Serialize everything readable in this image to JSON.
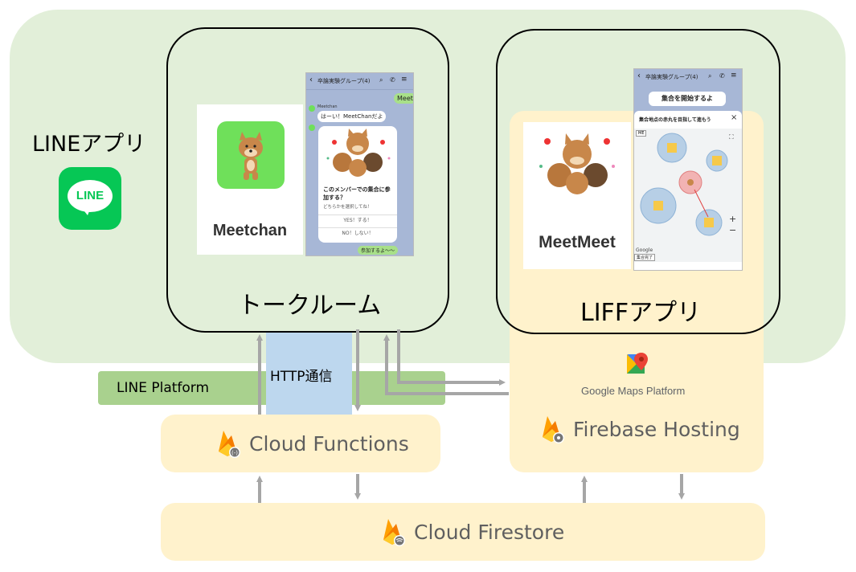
{
  "line_app": {
    "label": "LINEアプリ",
    "logo_text": "LINE"
  },
  "talk_room": {
    "label": "トークルーム",
    "meetchan_name": "Meetchan",
    "chat": {
      "header": "卒論実験グループ(4)",
      "sent_msg": "Meet",
      "bot_name": "Meetchan",
      "bot_greeting": "はーい！MeetChanだよ",
      "card_title": "このメンバーでの集合に参加する？",
      "card_sub": "どちらかを選択してね！",
      "yes_button": "YES！する！",
      "no_button": "NO！しない！",
      "reply": "参加するよ〜〜"
    }
  },
  "liff_app": {
    "label": "LIFFアプリ",
    "meetmeet_name": "MeetMeet",
    "screen": {
      "header": "卒論実験グループ(4)",
      "start_banner": "集合を開始するよ",
      "map_title": "集合地点の赤丸を目指して進もう",
      "me_badge": "ME",
      "google": "Google",
      "footer": "集合完了"
    }
  },
  "line_platform": {
    "label": "LINE Platform"
  },
  "http": {
    "label": "HTTP通信"
  },
  "services": {
    "maps": "Google Maps Platform",
    "hosting": "Firebase Hosting",
    "functions": "Cloud Functions",
    "firestore": "Cloud Firestore"
  },
  "colors": {
    "line_region": "#e2efd9",
    "panel": "#fff2cc",
    "line_platform": "#a9d18e",
    "http": "#bdd7ee",
    "arrow": "#a6a6a6",
    "line_green": "#06c755"
  }
}
